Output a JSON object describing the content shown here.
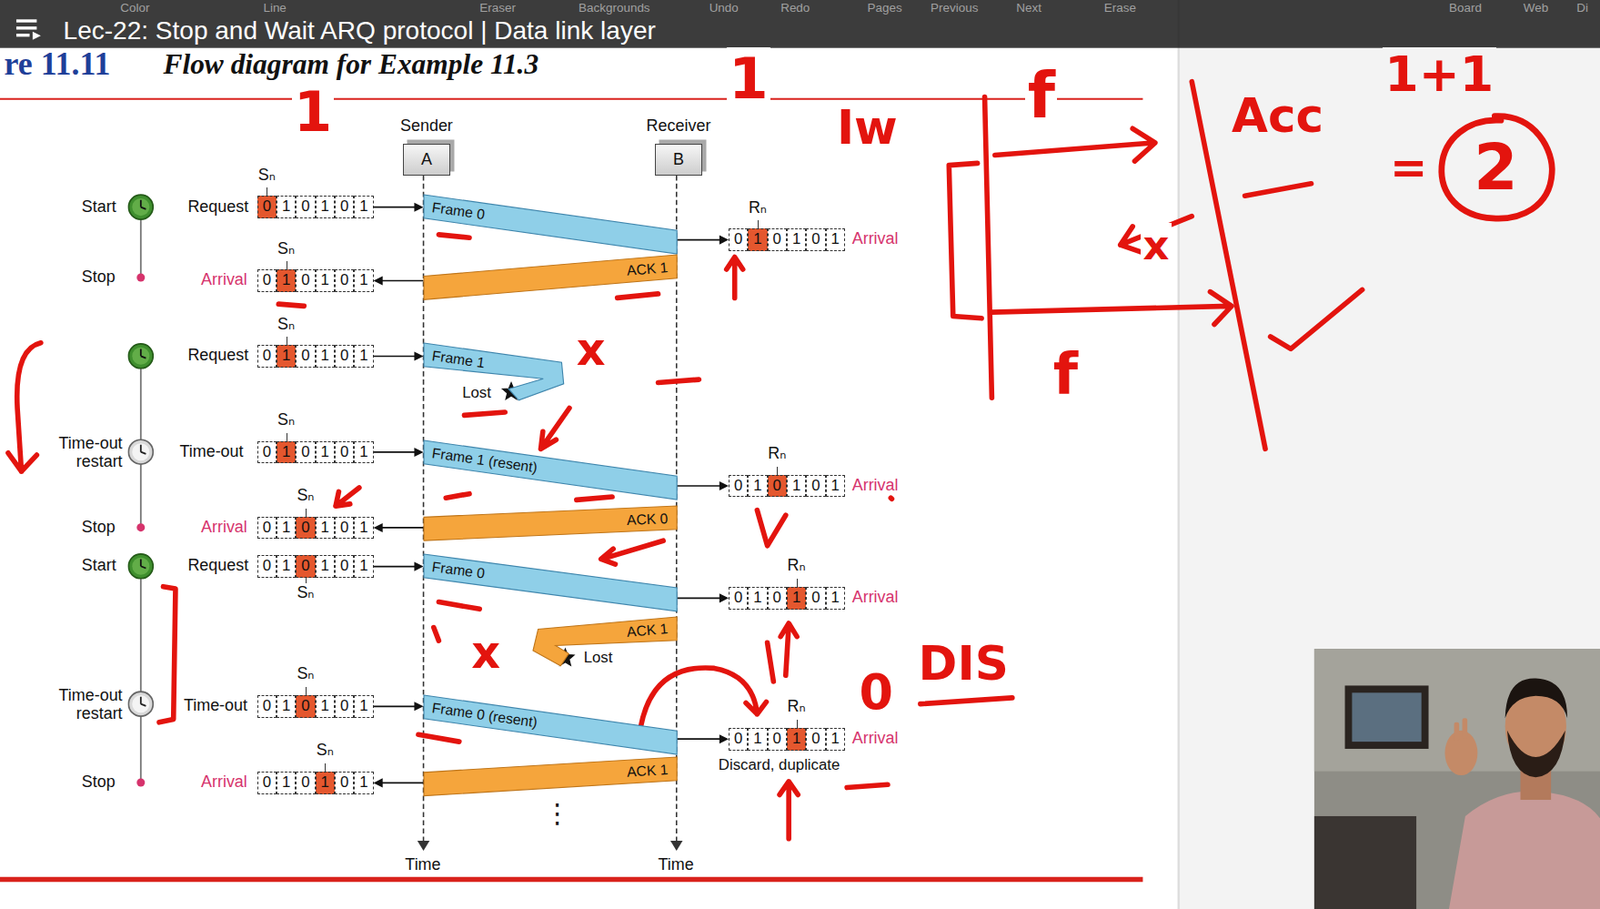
{
  "diagram": {
    "title": "Flow diagram for Example 11.3",
    "nodes": [
      {
        "text": [
          "Sender",
          "A"
        ]
      },
      {
        "text": [
          "Receiver",
          "B"
        ]
      },
      {
        "text": [
          "Sₙ",
          "0",
          "1",
          "0",
          "1",
          "0",
          "1"
        ]
      },
      {
        "text": [
          "Frame 0"
        ]
      },
      {
        "text": [
          "Rₙ",
          "0",
          "1",
          "0",
          "1",
          "0",
          "1"
        ]
      },
      {
        "text": [
          "ACK 1"
        ]
      },
      {
        "text": [
          "Sₙ",
          "0",
          "1",
          "0",
          "1",
          "0",
          "1"
        ]
      },
      {
        "text": [
          "Sₙ",
          "0",
          "1",
          "0",
          "1",
          "0",
          "1"
        ]
      },
      {
        "text": [
          "Frame 1"
        ]
      },
      {
        "text": [
          "Sₙ",
          "0",
          "1",
          "0",
          "1",
          "0",
          "1"
        ]
      },
      {
        "text": [
          "Frame 1 (resent)"
        ]
      },
      {
        "text": [
          "Rₙ",
          "0",
          "1",
          "0",
          "1",
          "0",
          "1"
        ]
      },
      {
        "text": [
          "ACK 0"
        ]
      },
      {
        "text": [
          "Sₙ",
          "0",
          "1",
          "0",
          "1",
          "0",
          "1"
        ]
      },
      {
        "text": [
          "Sₙ",
          "0",
          "1",
          "0",
          "1",
          "0",
          "1"
        ]
      },
      {
        "text": [
          "Frame 0"
        ]
      },
      {
        "text": [
          "Rₙ",
          "0",
          "1",
          "0",
          "1",
          "0",
          "1"
        ]
      },
      {
        "text": [
          "ACK 1"
        ]
      },
      {
        "text": [
          "Sₙ",
          "0",
          "1",
          "0",
          "1",
          "0",
          "1"
        ]
      },
      {
        "text": [
          "Frame 0 (resent)"
        ]
      },
      {
        "text": [
          "Rₙ",
          "0",
          "1",
          "0",
          "1",
          "0",
          "1"
        ]
      },
      {
        "text": [
          "ACK 1"
        ]
      },
      {
        "text": [
          "Sₙ",
          "0",
          "1",
          "0",
          "1",
          "0",
          "1"
        ]
      },
      {
        "text": [
          "2"
        ]
      }
    ],
    "edges": [
      {
        "from": 2,
        "to": 3,
        "arrow": "to"
      },
      {
        "from": 3,
        "to": 4,
        "arrow": "to"
      },
      {
        "from": 5,
        "to": 6,
        "arrow": "to"
      },
      {
        "from": 7,
        "to": 8,
        "arrow": "to"
      },
      {
        "from": 9,
        "to": 10,
        "arrow": "to"
      },
      {
        "from": 10,
        "to": 11,
        "arrow": "to"
      },
      {
        "from": 12,
        "to": 13,
        "arrow": "to"
      },
      {
        "from": 14,
        "to": 15,
        "arrow": "to"
      },
      {
        "from": 15,
        "to": 16,
        "arrow": "to"
      },
      {
        "from": 18,
        "to": 19,
        "arrow": "to"
      },
      {
        "from": 19,
        "to": 20,
        "arrow": "to"
      },
      {
        "from": 21,
        "to": 22,
        "arrow": "to"
      }
    ],
    "labels": [
      "Lec-22: Stop and Wait ARQ protocol | Data link layer",
      "Color",
      "Line",
      "Eraser",
      "Backgrounds",
      "Undo",
      "Redo",
      "Pages",
      "Previous",
      "Next",
      "Erase",
      "Board",
      "Web",
      "Di",
      "re 11.11",
      "Start",
      "Request",
      "Stop",
      "Arrival",
      "Request",
      "Time-out restart",
      "Time-out",
      "Stop",
      "Arrival",
      "Start",
      "Request",
      "Time-out restart",
      "Time-out",
      "Stop",
      "Arrival",
      "Lost",
      "Lost",
      "Arrival",
      "Arrival",
      "Arrival",
      "Arrival",
      "Discard, duplicate",
      "Time",
      "Time",
      "⋮",
      "1",
      "1",
      "Iw",
      "f",
      "x",
      "Acc",
      "1+1",
      "=",
      "f",
      "x",
      "x",
      "0",
      "DIS"
    ]
  }
}
